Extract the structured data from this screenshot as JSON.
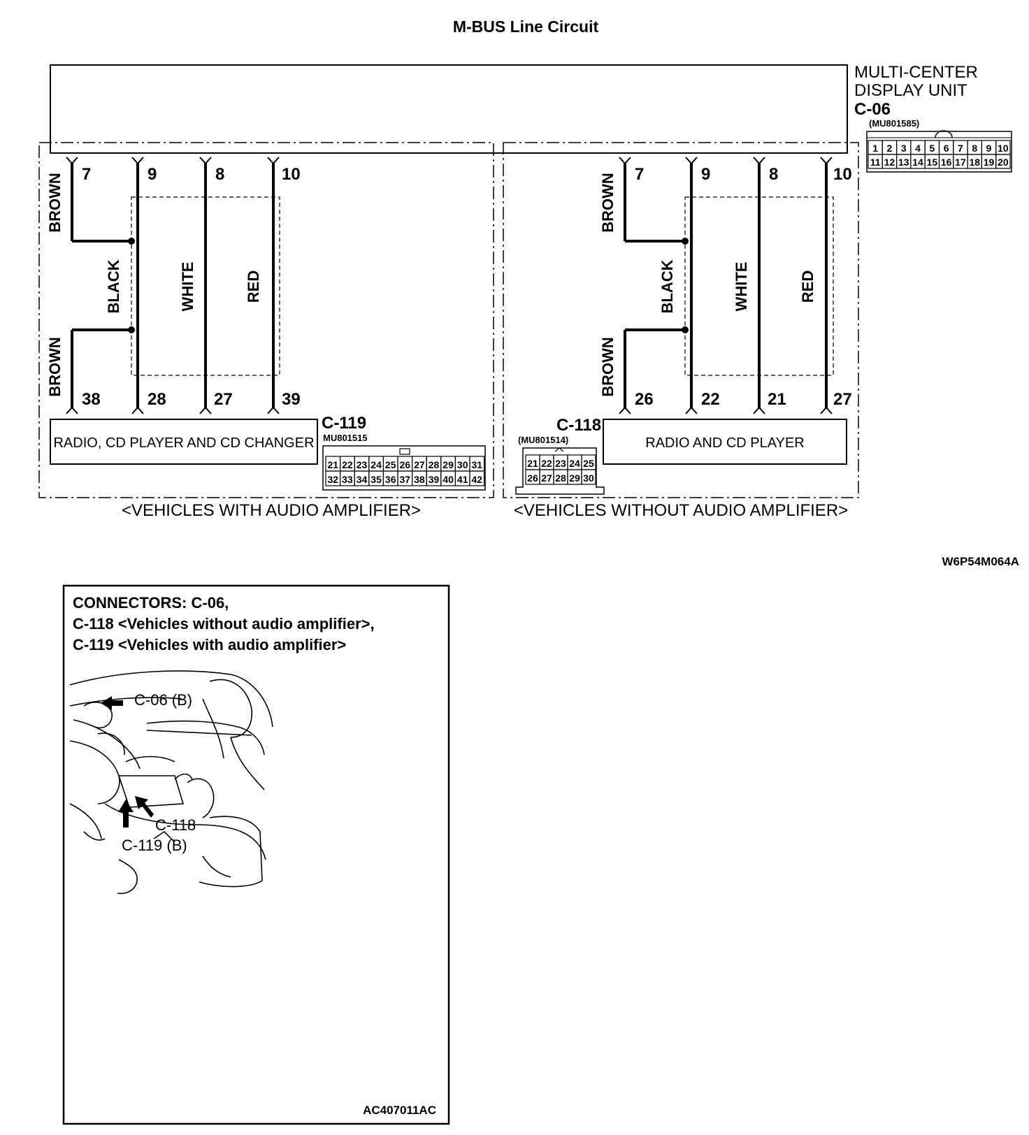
{
  "title": "M-BUS Line Circuit",
  "display_unit": {
    "name_line1": "MULTI-CENTER",
    "name_line2": "DISPLAY UNIT",
    "connector": "C-06",
    "part_no": "(MU801585)",
    "pins_row1": [
      "1",
      "2",
      "3",
      "4",
      "5",
      "6",
      "7",
      "8",
      "9",
      "10"
    ],
    "pins_row2": [
      "11",
      "12",
      "13",
      "14",
      "15",
      "16",
      "17",
      "18",
      "19",
      "20"
    ]
  },
  "with_amp": {
    "caption": "<VEHICLES WITH AUDIO AMPLIFIER>",
    "unit_label": "RADIO, CD PLAYER AND CD CHANGER",
    "connector": "C-119",
    "part_no": "MU801515",
    "top_pins": [
      "7",
      "9",
      "8",
      "10"
    ],
    "bottom_pins": [
      "38",
      "28",
      "27",
      "39"
    ],
    "wire_colors": [
      "BROWN",
      "BLACK",
      "WHITE",
      "RED",
      "BROWN"
    ],
    "pins_row1": [
      "21",
      "22",
      "23",
      "24",
      "25",
      "26",
      "27",
      "28",
      "29",
      "30",
      "31"
    ],
    "pins_row2": [
      "32",
      "33",
      "34",
      "35",
      "36",
      "37",
      "38",
      "39",
      "40",
      "41",
      "42"
    ]
  },
  "without_amp": {
    "caption": "<VEHICLES WITHOUT AUDIO AMPLIFIER>",
    "unit_label": "RADIO AND CD PLAYER",
    "connector": "C-118",
    "part_no": "(MU801514)",
    "top_pins": [
      "7",
      "9",
      "8",
      "10"
    ],
    "bottom_pins": [
      "26",
      "22",
      "21",
      "27"
    ],
    "wire_colors": [
      "BROWN",
      "BLACK",
      "WHITE",
      "RED",
      "BROWN"
    ],
    "pins_row1": [
      "21",
      "22",
      "23",
      "24",
      "25"
    ],
    "pins_row2": [
      "26",
      "27",
      "28",
      "29",
      "30"
    ]
  },
  "diagram_code": "W6P54M064A",
  "locator": {
    "header_line1": "CONNECTORS: C-06,",
    "header_line2": "C-118 <Vehicles without audio amplifier>,",
    "header_line3": "C-119 <Vehicles with audio amplifier>",
    "label_c06": "C-06 (B)",
    "label_c118": "C-118",
    "label_c119": "C-119 (B)",
    "code": "AC407011AC"
  }
}
